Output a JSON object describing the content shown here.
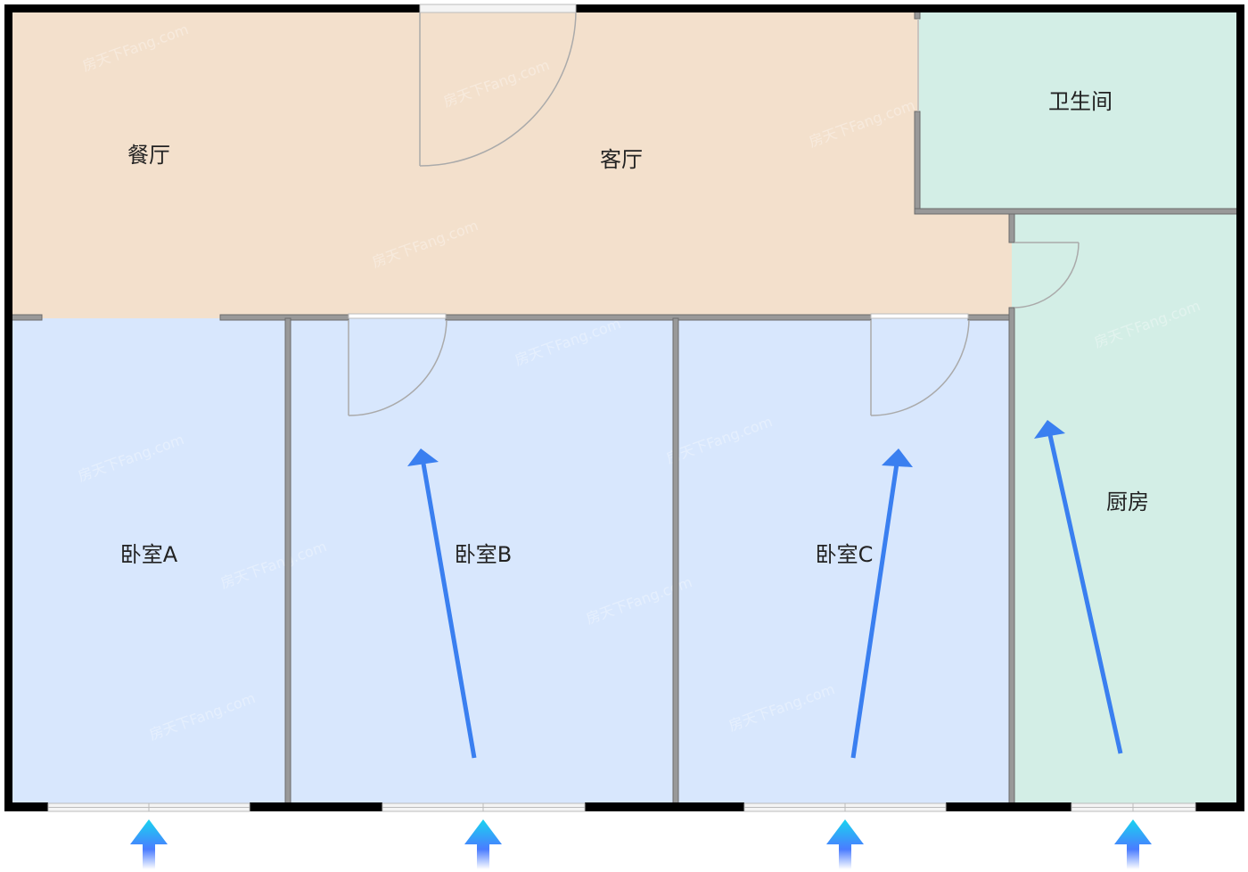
{
  "plan": {
    "rooms": {
      "dining": "餐厅",
      "living": "客厅",
      "bathroom": "卫生间",
      "bedroom_a": "卧室A",
      "bedroom_b": "卧室B",
      "bedroom_c": "卧室C",
      "kitchen": "厨房"
    },
    "watermark": "房天下Fang.com",
    "colors": {
      "public_area": "#f3e0cc",
      "bedroom": "#d8e7fd",
      "wet_area": "#d3eee6",
      "wall": "#000000",
      "flow_arrow": "#3a7ff0",
      "light_arrow_top": "#18d4f0",
      "light_arrow_bottom": "#4a7cff"
    }
  }
}
